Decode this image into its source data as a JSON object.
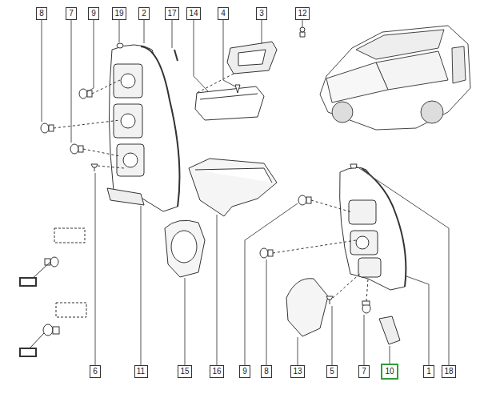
{
  "diagram": {
    "nodes": [
      {
        "text": [
          "8"
        ]
      },
      {
        "text": [
          "7"
        ]
      },
      {
        "text": [
          "9"
        ]
      },
      {
        "text": [
          "19"
        ]
      },
      {
        "text": [
          "2"
        ]
      },
      {
        "text": [
          "17"
        ]
      },
      {
        "text": [
          "14"
        ]
      },
      {
        "text": [
          "4"
        ]
      },
      {
        "text": [
          "3"
        ]
      },
      {
        "text": [
          "12"
        ]
      },
      {
        "text": [
          "6"
        ]
      },
      {
        "text": [
          "11"
        ]
      },
      {
        "text": [
          "15"
        ]
      },
      {
        "text": [
          "16"
        ]
      },
      {
        "text": [
          "9"
        ]
      },
      {
        "text": [
          "8"
        ]
      },
      {
        "text": [
          "13"
        ]
      },
      {
        "text": [
          "5"
        ]
      },
      {
        "text": [
          "7"
        ]
      },
      {
        "text": [
          "10"
        ]
      },
      {
        "text": [
          "1"
        ]
      },
      {
        "text": [
          "18"
        ]
      }
    ]
  }
}
